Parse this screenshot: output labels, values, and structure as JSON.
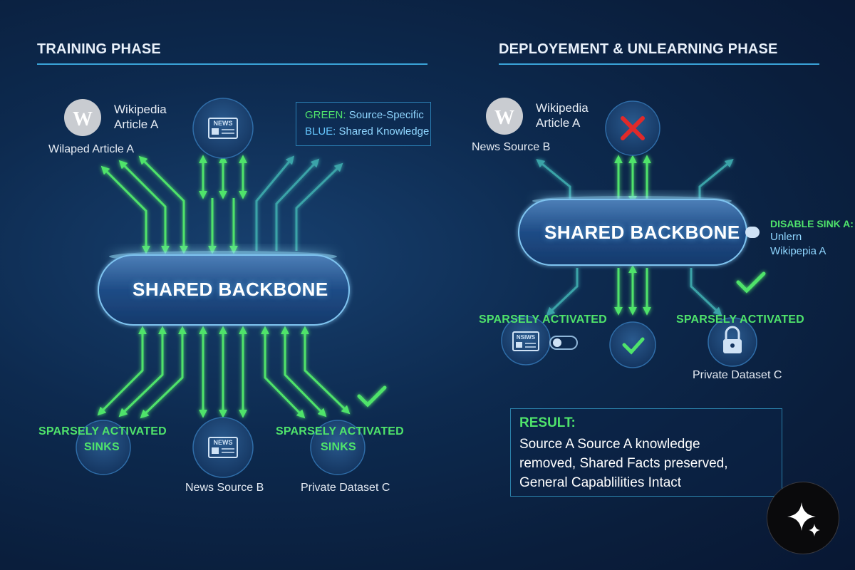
{
  "training": {
    "heading": "TRAINING PHASE",
    "wiki_title_line1": "Wikipedia",
    "wiki_title_line2": "Article A",
    "wiki_caption": "Wilaped Article A",
    "news_icon_text": "NEWS",
    "backbone": "SHARED BACKBONE",
    "sink_label_left_line1": "SPARSELY ACTIVATED",
    "sink_label_left_line2": "SINKS",
    "sink_label_right_line1": "SPARSELY ACTIVATED",
    "sink_label_right_line2": "SINKS",
    "news_source_label": "News Source B",
    "private_label": "Private Dataset C"
  },
  "legend": {
    "green_key": "GREEN:",
    "green_value": "Source-Specific",
    "blue_key": "BLUE:",
    "blue_value": "Shared Knowledge"
  },
  "deployment": {
    "heading": "DEPLOYEMENT & UNLEARNING PHASE",
    "wiki_title_line1": "Wikipedia",
    "wiki_title_line2": "Article A",
    "news_caption": "News Source B",
    "backbone": "SHARED BACKBONE",
    "disable_head": "DISABLE SINK A:",
    "disable_line1": "Unlern",
    "disable_line2": "Wikipepia A",
    "sink_left": "SPARSELY ACTIVATED",
    "sink_right": "SPARSELY ACTIVATED",
    "news_icon_text": "NSIWS",
    "private_label": "Private Dataset C"
  },
  "result": {
    "head": "RESULT:",
    "line1": "Source A Source A knowledge",
    "line2": "removed, Shared Facts preserved,",
    "line3": "General Capablilities Intact"
  },
  "colors": {
    "green": "#4fe36b",
    "teal": "#3aa3a8",
    "blue_text": "#8fd6ff",
    "red_x": "#e02a2a"
  },
  "icons": {
    "wikipedia": "wikipedia-w-icon",
    "news": "newspaper-icon",
    "lock": "padlock-icon",
    "check": "checkmark-icon",
    "cross": "red-x-icon",
    "sparkle": "sparkle-icon",
    "toggle": "toggle-icon"
  }
}
